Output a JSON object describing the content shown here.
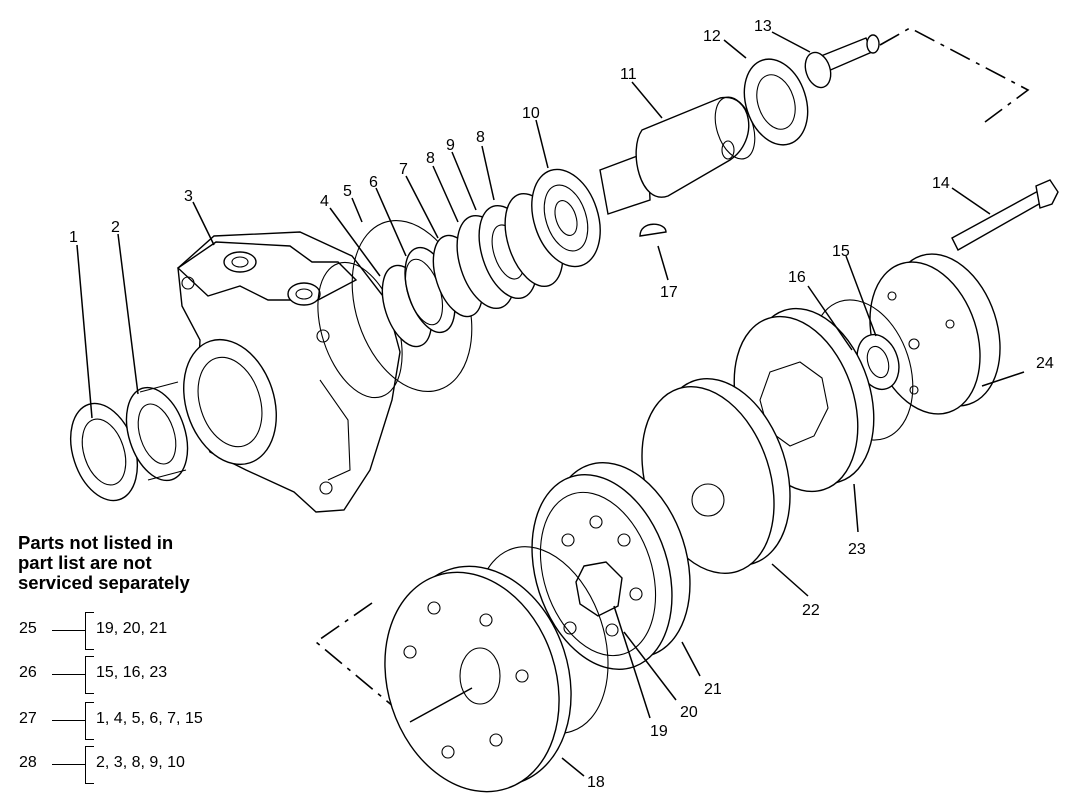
{
  "callouts": [
    {
      "id": "c1",
      "label": "1"
    },
    {
      "id": "c2",
      "label": "2"
    },
    {
      "id": "c3",
      "label": "3"
    },
    {
      "id": "c4",
      "label": "4"
    },
    {
      "id": "c5",
      "label": "5"
    },
    {
      "id": "c6",
      "label": "6"
    },
    {
      "id": "c7",
      "label": "7"
    },
    {
      "id": "c8a",
      "label": "8"
    },
    {
      "id": "c9",
      "label": "9"
    },
    {
      "id": "c8b",
      "label": "8"
    },
    {
      "id": "c10",
      "label": "10"
    },
    {
      "id": "c11",
      "label": "11"
    },
    {
      "id": "c12",
      "label": "12"
    },
    {
      "id": "c13",
      "label": "13"
    },
    {
      "id": "c14",
      "label": "14"
    },
    {
      "id": "c15",
      "label": "15"
    },
    {
      "id": "c16",
      "label": "16"
    },
    {
      "id": "c17",
      "label": "17"
    },
    {
      "id": "c18",
      "label": "18"
    },
    {
      "id": "c19",
      "label": "19"
    },
    {
      "id": "c20",
      "label": "20"
    },
    {
      "id": "c21",
      "label": "21"
    },
    {
      "id": "c22",
      "label": "22"
    },
    {
      "id": "c23",
      "label": "23"
    },
    {
      "id": "c24",
      "label": "24"
    }
  ],
  "note": {
    "lines": [
      "Parts not listed in",
      "part list are not",
      "serviced separately"
    ]
  },
  "kits": [
    {
      "number": "25",
      "parts": "19, 20, 21"
    },
    {
      "number": "26",
      "parts": "15, 16, 23"
    },
    {
      "number": "27",
      "parts": "1, 4, 5, 6, 7, 15"
    },
    {
      "number": "28",
      "parts": "2, 3, 8, 9, 10"
    }
  ]
}
